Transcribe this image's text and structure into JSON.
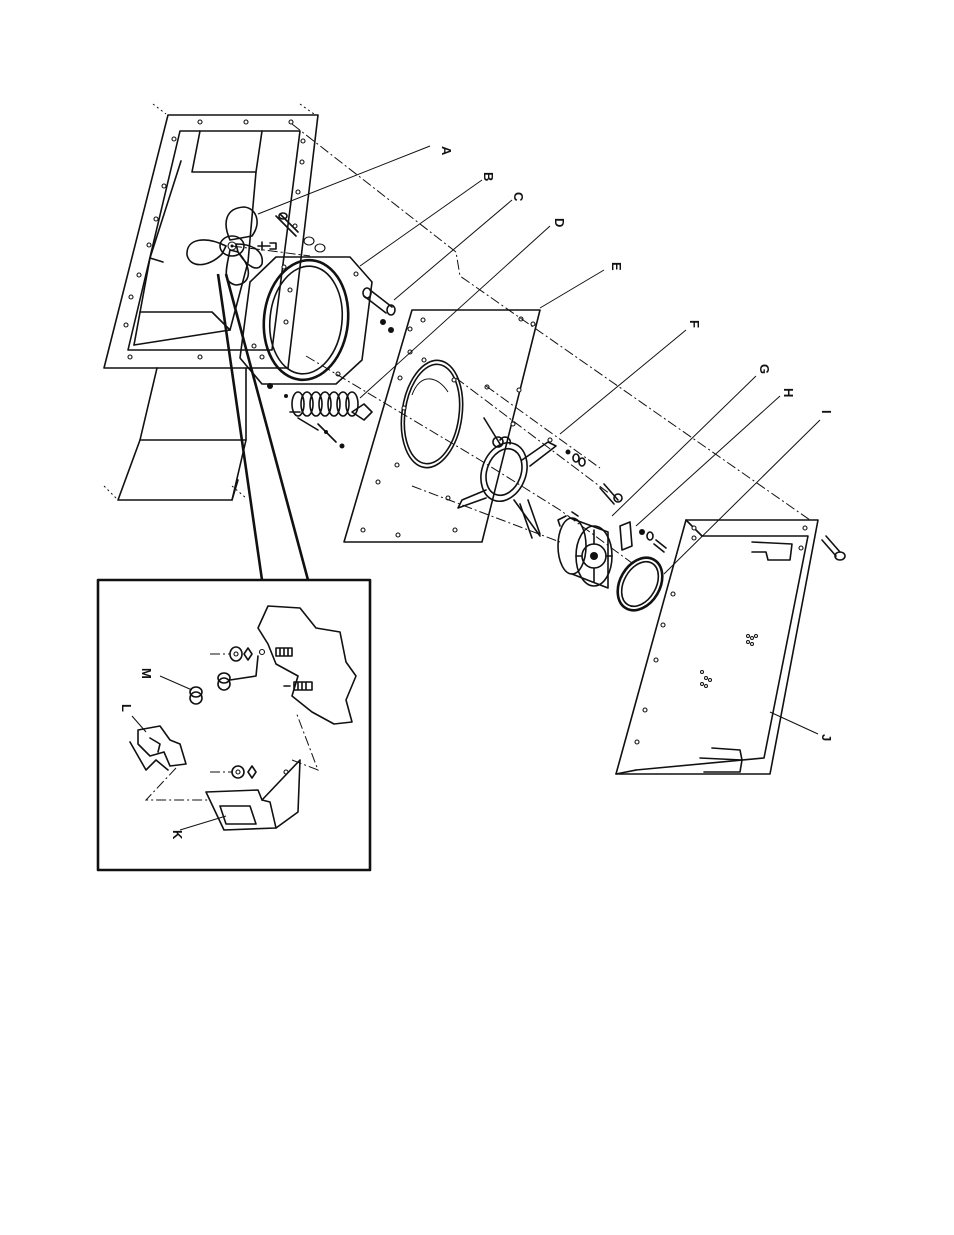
{
  "labels": {
    "a": "A",
    "b": "B",
    "c": "C",
    "d": "D",
    "e": "E",
    "f": "F",
    "g": "G",
    "h": "H",
    "i": "I",
    "j": "J",
    "k": "K",
    "l": "L",
    "m": "M"
  }
}
